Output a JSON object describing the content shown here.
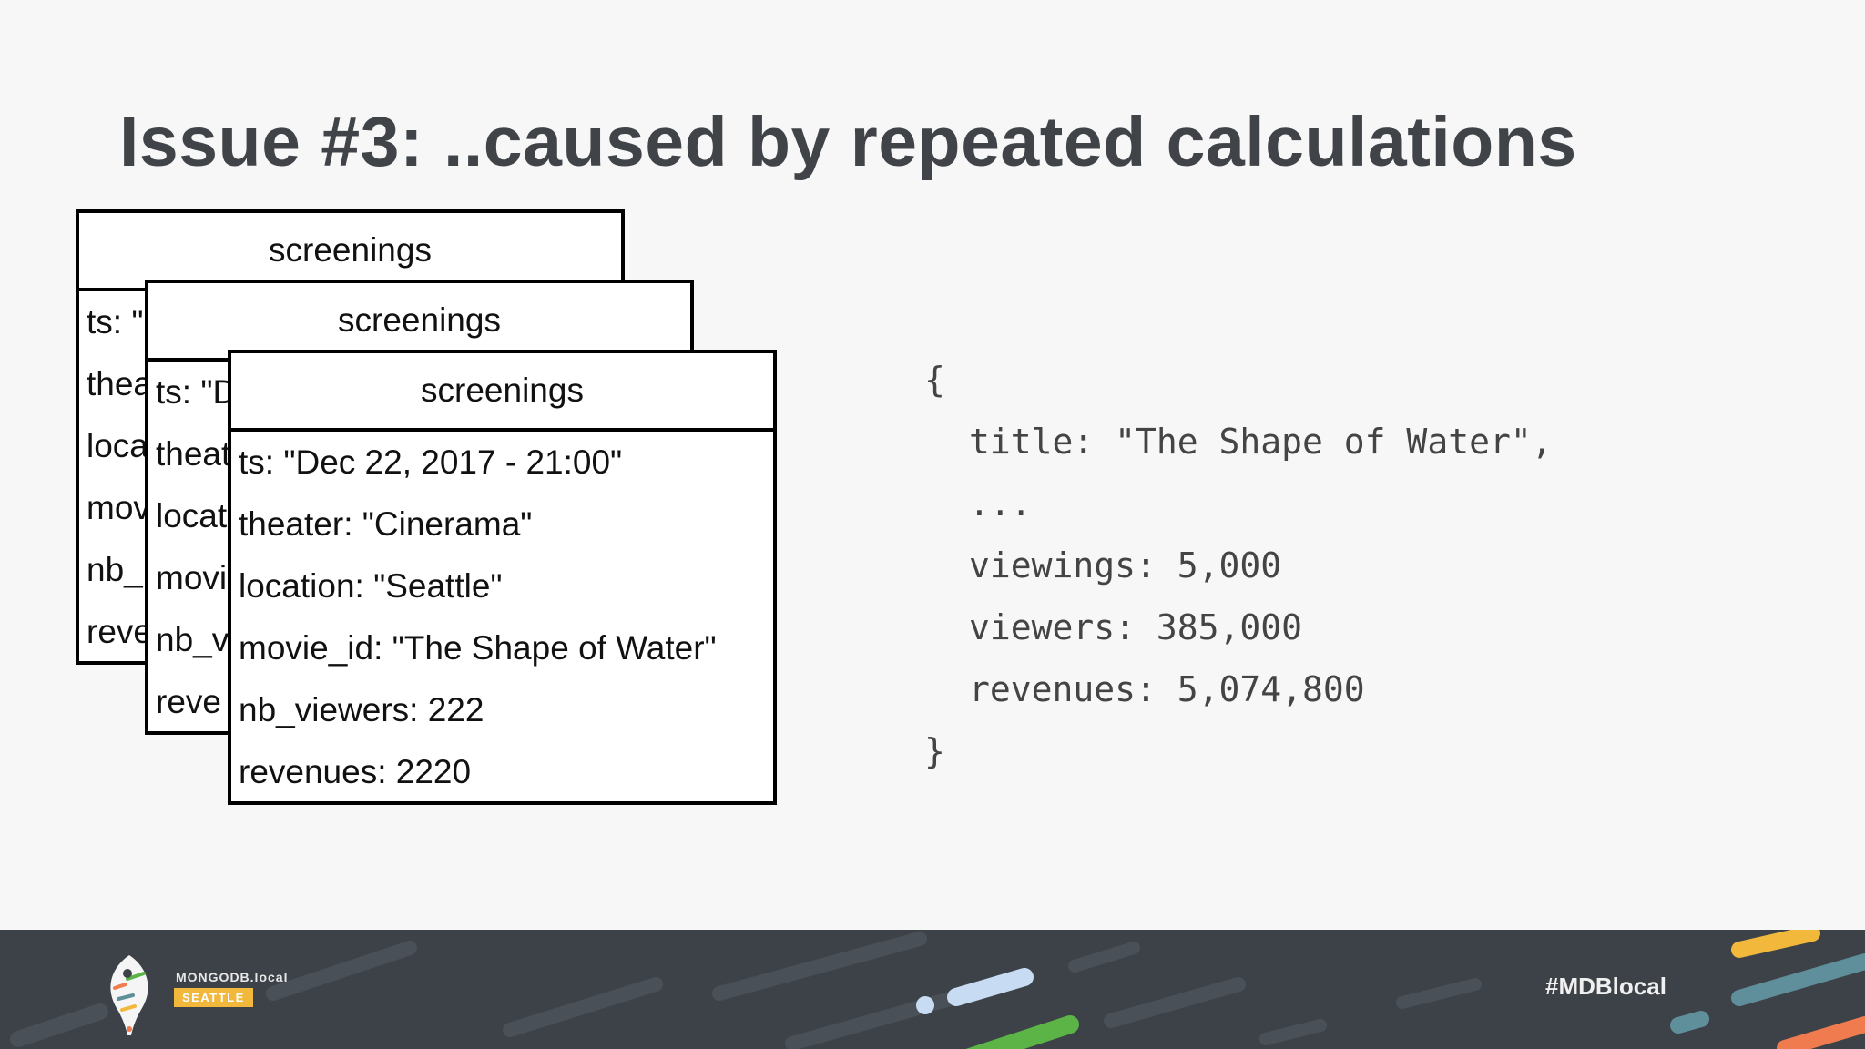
{
  "title": "Issue #3: ..caused by repeated calculations",
  "cards": [
    {
      "header": "screenings",
      "rows": [
        "ts: \"",
        "thea",
        "loca",
        "mov",
        "nb_",
        "reve"
      ]
    },
    {
      "header": "screenings",
      "rows": [
        "ts: \"D",
        "theat",
        "locat",
        "movi",
        "nb_v",
        "reve"
      ]
    },
    {
      "header": "screenings",
      "rows": [
        "ts: \"Dec 22, 2017 - 21:00\"",
        "theater: \"Cinerama\"",
        "location: \"Seattle\"",
        "movie_id: \"The Shape of Water\"",
        "nb_viewers: 222",
        "revenues: 2220"
      ]
    }
  ],
  "json_doc": {
    "open": "{",
    "lines": [
      "title: \"The Shape of Water\",",
      "...",
      "viewings: 5,000",
      "viewers: 385,000",
      "revenues: 5,074,800"
    ],
    "close": "}"
  },
  "footer": {
    "brand": "MONGODB.local",
    "city": "SEATTLE",
    "hashtag": "#MDBlocal",
    "logo_icon": "mongodb-leaf-icon",
    "colors": {
      "background": "#3d4248",
      "yellow": "#f1b83c",
      "green": "#5bb445",
      "blue": "#c7dcf2",
      "orange": "#f07b4e",
      "teal": "#5f8f9a"
    }
  }
}
